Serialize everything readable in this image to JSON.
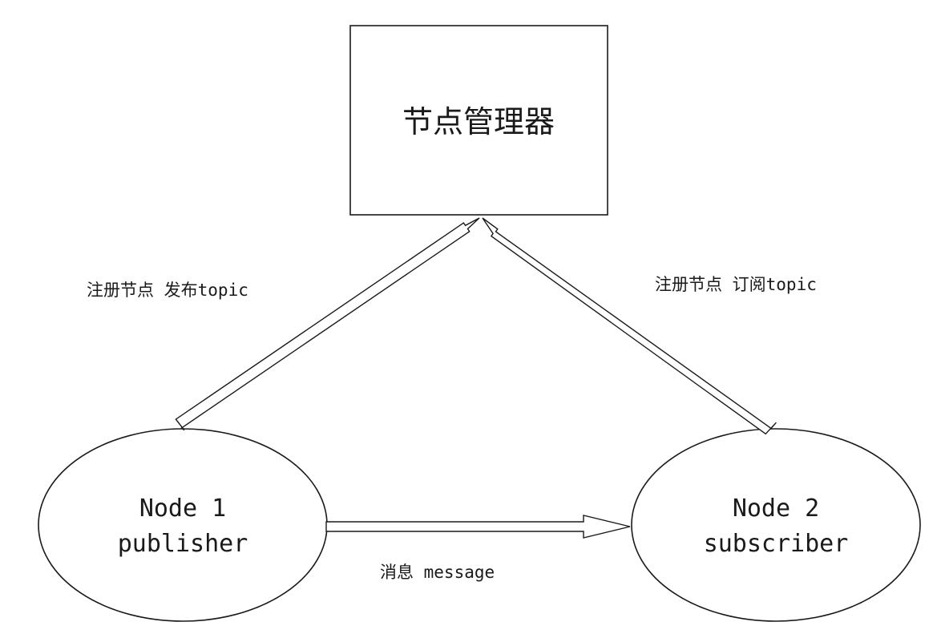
{
  "manager": {
    "label": "节点管理器"
  },
  "node1": {
    "name": "Node 1",
    "role": "publisher"
  },
  "node2": {
    "name": "Node 2",
    "role": "subscriber"
  },
  "edges": {
    "publisher_to_manager": "注册节点 发布topic",
    "subscriber_to_manager": "注册节点 订阅topic",
    "publisher_to_subscriber": "消息 message"
  },
  "colors": {
    "stroke": "#1a1a1a",
    "fill": "#ffffff"
  }
}
